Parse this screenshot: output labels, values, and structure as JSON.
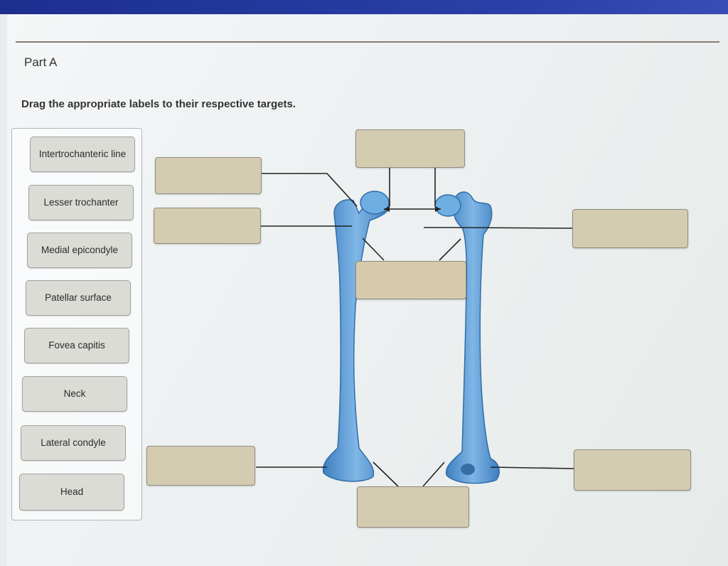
{
  "part_title": "Part A",
  "instruction": "Drag the appropriate labels to their respective targets.",
  "labels": [
    {
      "text": "Intertrochanteric line"
    },
    {
      "text": "Lesser trochanter"
    },
    {
      "text": "Medial epicondyle"
    },
    {
      "text": "Patellar surface"
    },
    {
      "text": "Fovea capitis"
    },
    {
      "text": "Neck"
    },
    {
      "text": "Lateral condyle"
    },
    {
      "text": "Head"
    }
  ],
  "colors": {
    "bone": "#5f9fd6",
    "bone_dark": "#3f7fbf",
    "target_fill": "#d3ccb0",
    "leader_line": "#222222"
  }
}
